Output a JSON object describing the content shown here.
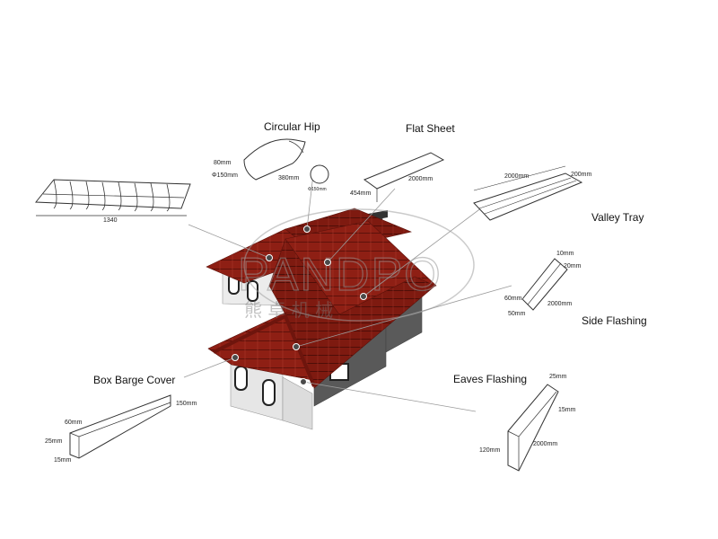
{
  "labels": {
    "circular_hip": "Circular Hip",
    "flat_sheet": "Flat Sheet",
    "valley_tray": "Valley Tray",
    "side_flashing": "Side Flashing",
    "box_barge_cover": "Box Barge Cover",
    "eaves_flashing": "Eaves Flashing"
  },
  "dimensions": {
    "tile_width": "1340",
    "hip_height": "80mm",
    "hip_diameter": "Φ150mm",
    "hip_length": "380mm",
    "hip_section": "Φ150mm",
    "flat_width": "454mm",
    "flat_length": "2000mm",
    "valley_length": "2000mm",
    "valley_width": "200mm",
    "side_top": "10mm",
    "side_mid": "20mm",
    "side_a": "60mm",
    "side_b": "50mm",
    "side_length": "2000mm",
    "barge_a": "60mm",
    "barge_b": "25mm",
    "barge_c": "15mm",
    "barge_d": "150mm",
    "eaves_top": "25mm",
    "eaves_mid": "15mm",
    "eaves_height": "120mm",
    "eaves_length": "2000mm"
  },
  "watermark": {
    "brand": "PANDPO",
    "cn": "熊 卓 机 械"
  },
  "colors": {
    "roof": "#8e1f14",
    "roof_dark": "#6e150d",
    "wall": "#ebebeb",
    "wall_dark": "#595959"
  }
}
